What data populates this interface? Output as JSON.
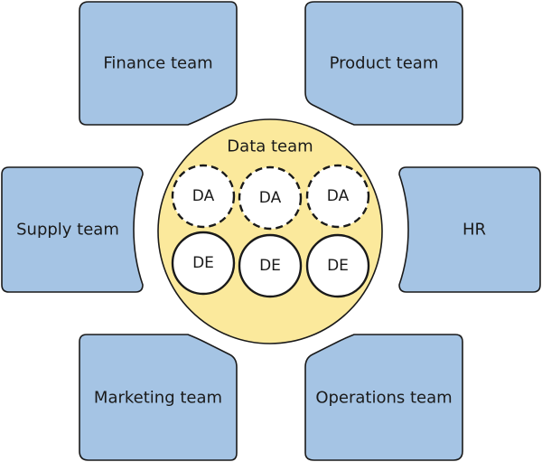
{
  "teams": {
    "finance": "Finance team",
    "product": "Product team",
    "supply": "Supply team",
    "hr": "HR",
    "marketing": "Marketing team",
    "operations": "Operations team"
  },
  "hub": {
    "title": "Data team",
    "analysts": [
      "DA",
      "DA",
      "DA"
    ],
    "engineers": [
      "DE",
      "DE",
      "DE"
    ]
  },
  "colors": {
    "team_fill": "#a5c4e4",
    "hub_fill": "#fbe99c",
    "member_fill": "#ffffff",
    "outline": "#1a1a1a"
  }
}
